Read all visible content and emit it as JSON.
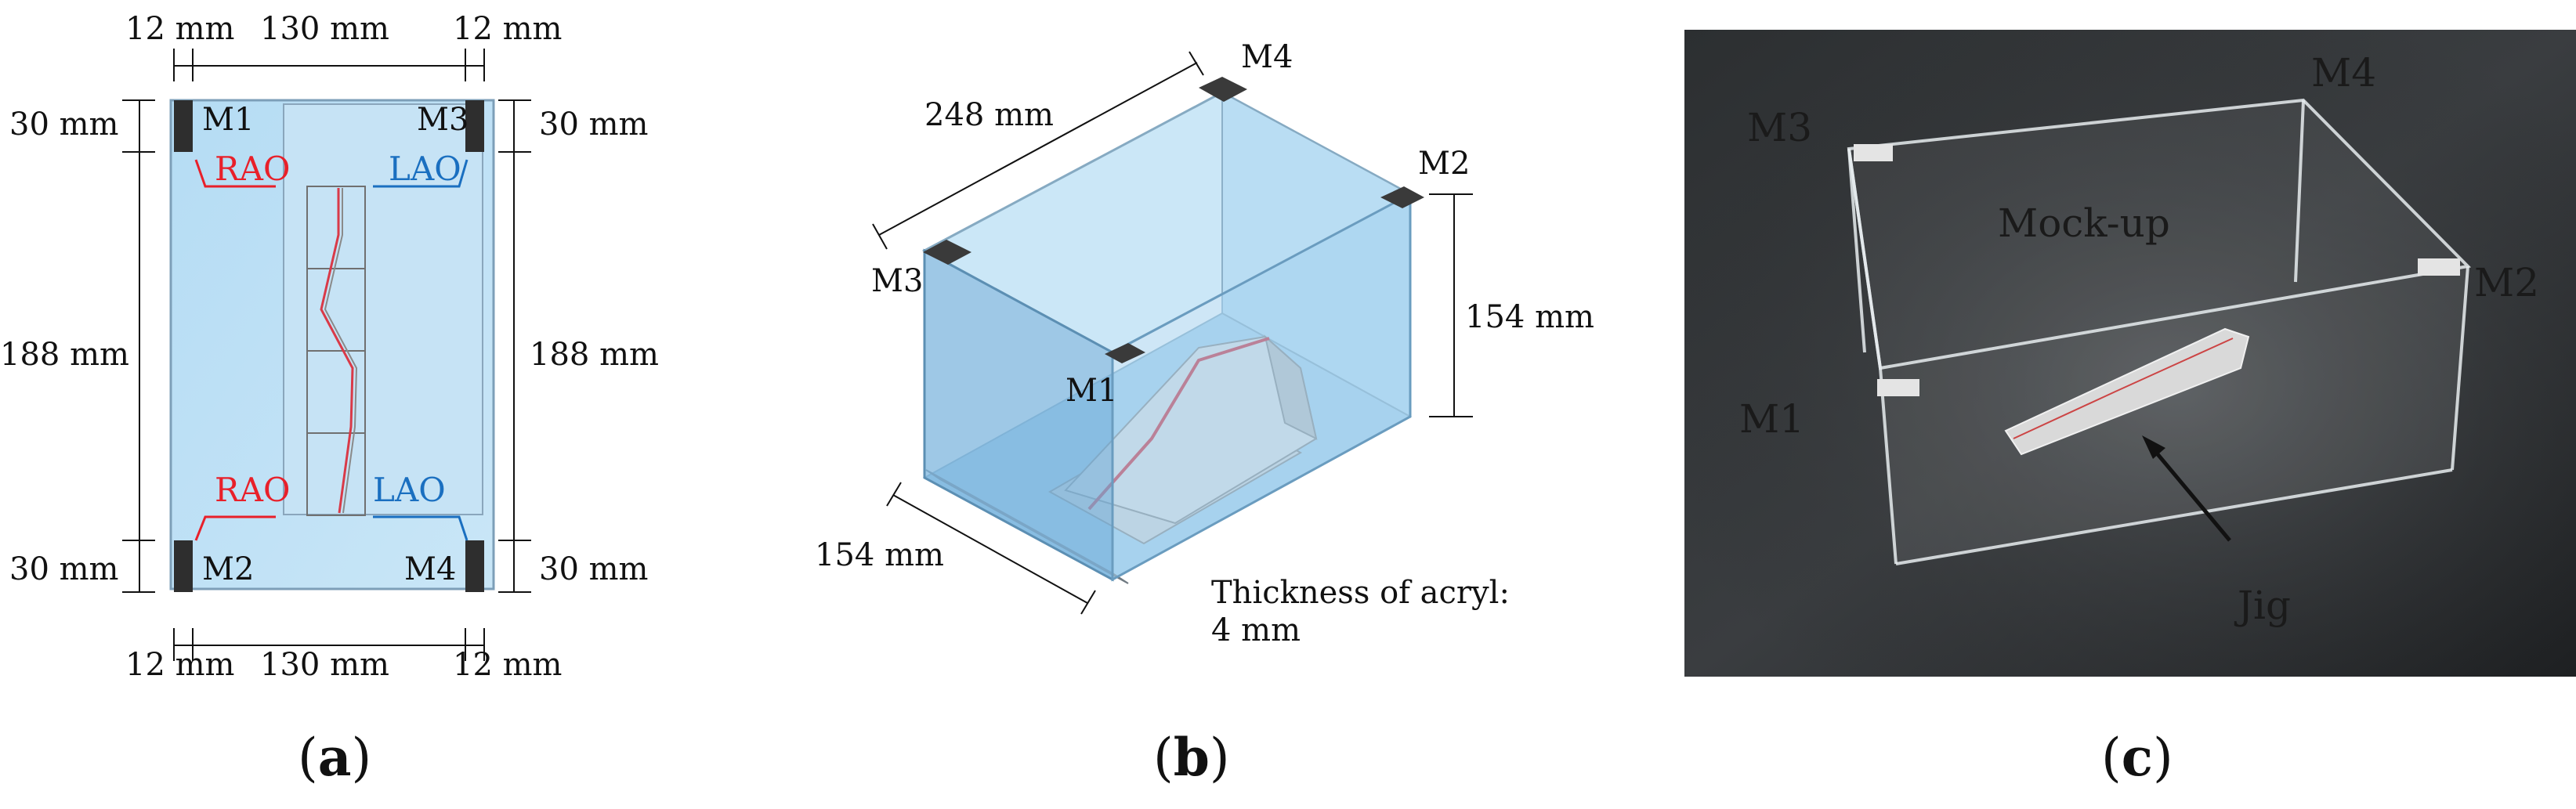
{
  "panel_a": {
    "dims": {
      "top_left_width": "12 mm",
      "top_middle_width": "130 mm",
      "top_right_width": "12 mm",
      "bottom_left_width": "12 mm",
      "bottom_middle_width": "130 mm",
      "bottom_right_width": "12 mm",
      "left_top_height": "30 mm",
      "left_middle_height": "188 mm",
      "left_bottom_height": "30 mm",
      "right_top_height": "30 mm",
      "right_middle_height": "188 mm",
      "right_bottom_height": "30 mm"
    },
    "markers": {
      "m1": "M1",
      "m2": "M2",
      "m3": "M3",
      "m4": "M4"
    },
    "projections": {
      "rao_top": "RAO",
      "lao_top": "LAO",
      "rao_bottom": "RAO",
      "lao_bottom": "LAO"
    },
    "colors": {
      "rao": "#e8202a",
      "lao": "#1a6fc0",
      "marker": "#2e2e2e",
      "acryl": "#bfe0f5"
    }
  },
  "panel_b": {
    "dims": {
      "length": "248 mm",
      "height": "154 mm",
      "depth": "154 mm"
    },
    "markers": {
      "m1": "M1",
      "m2": "M2",
      "m3": "M3",
      "m4": "M4"
    },
    "thickness_line1": "Thickness of acryl:",
    "thickness_line2": "4 mm"
  },
  "panel_c": {
    "labels": {
      "m1": "M1",
      "m2": "M2",
      "m3": "M3",
      "m4": "M4",
      "mockup": "Mock-up",
      "jig": "Jig"
    }
  },
  "captions": {
    "a": {
      "open": "(",
      "letter": "a",
      "close": ")"
    },
    "b": {
      "open": "(",
      "letter": "b",
      "close": ")"
    },
    "c": {
      "open": "(",
      "letter": "c",
      "close": ")"
    }
  }
}
